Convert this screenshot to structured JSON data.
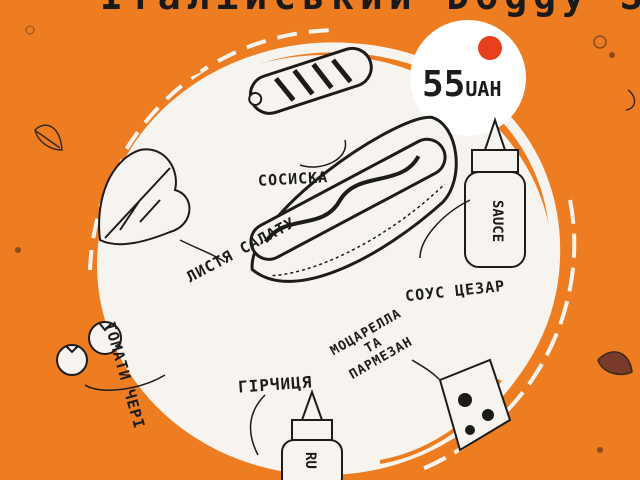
{
  "title": "Італійський Doggy Style",
  "price": {
    "amount": "55",
    "currency": "UAH"
  },
  "ingredients": {
    "sausage": "СОСИСКА",
    "salad": "ЛИСТЯ САЛАТУ",
    "caesar": "СОУС ЦЕЗАР",
    "tomato": "ТОМАТИ ЧЕРІ",
    "mustard": "ГІРЧИЦЯ",
    "mozzarella_line1": "МОЦАРЕЛЛА",
    "mozzarella_line2": "ТА",
    "mozzarella_line3": "ПАРМЕЗАН"
  },
  "bottle_labels": {
    "sauce": "SAUCE",
    "mustard": "RU"
  },
  "colors": {
    "background": "#ee7d22",
    "plate": "#f7f4ef",
    "ink": "#1c1c1c",
    "accent_dot": "#e6411c"
  },
  "icons": [
    "hotdog-icon",
    "sausage-icon",
    "lettuce-icon",
    "sauce-bottle-icon",
    "mustard-bottle-icon",
    "cheese-icon",
    "cherry-tomato-icon",
    "leaf-icon"
  ]
}
